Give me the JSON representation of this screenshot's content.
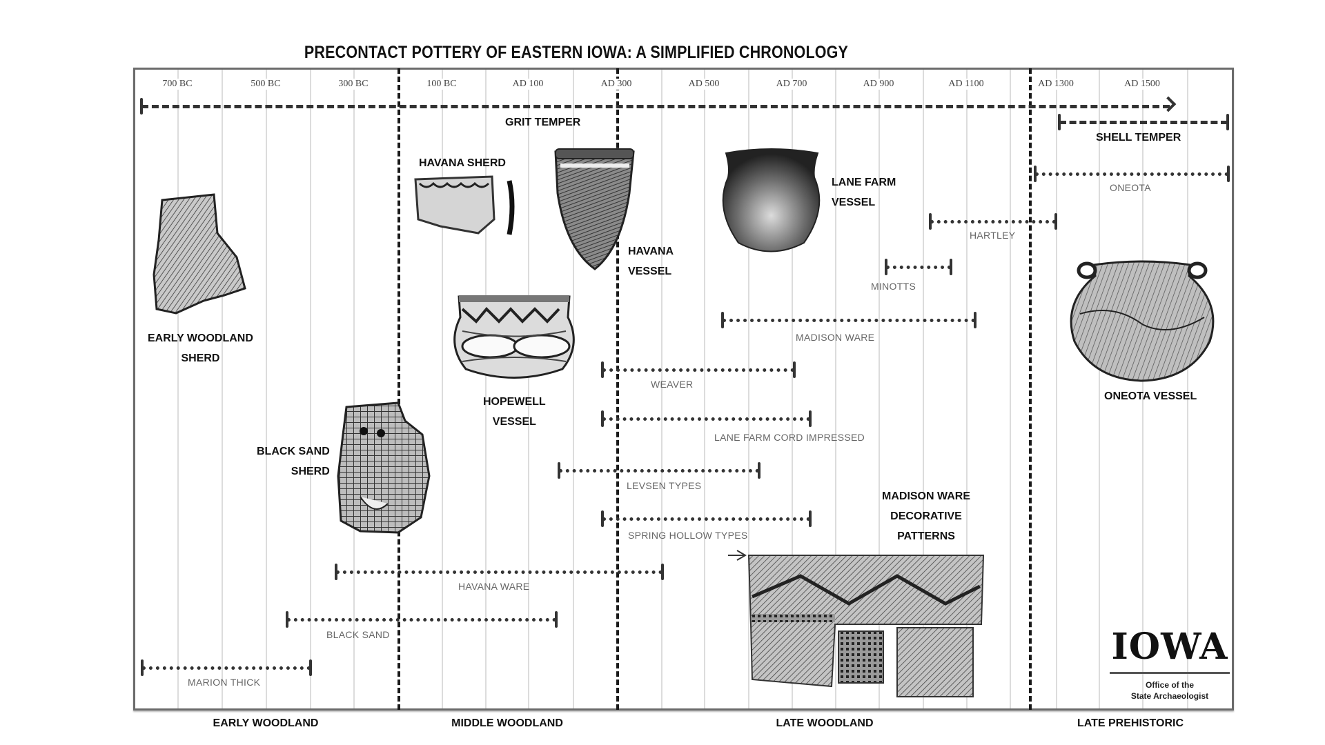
{
  "title": "PRECONTACT POTTERY OF EASTERN IOWA: A SIMPLIFIED CHRONOLOGY",
  "axis": {
    "ticks": [
      "700 BC",
      "500 BC",
      "300 BC",
      "100 BC",
      "AD 100",
      "AD 300",
      "AD 500",
      "AD 700",
      "AD 900",
      "AD 1100",
      "AD 1300",
      "AD 1500"
    ]
  },
  "eras": [
    "EARLY WOODLAND",
    "MIDDLE WOODLAND",
    "LATE WOODLAND",
    "LATE PREHISTORIC"
  ],
  "temper": {
    "grit": "GRIT TEMPER",
    "shell": "SHELL TEMPER"
  },
  "ranges": {
    "oneota": "ONEOTA",
    "hartley": "HARTLEY",
    "minotts": "MINOTTS",
    "madison_ware": "MADISON WARE",
    "weaver": "WEAVER",
    "lane_farm_cord": "LANE FARM CORD IMPRESSED",
    "levsen": "LEVSEN TYPES",
    "spring_hollow": "SPRING HOLLOW TYPES",
    "havana_ware": "HAVANA WARE",
    "black_sand": "BLACK SAND",
    "marion_thick": "MARION THICK"
  },
  "artifacts": {
    "early_woodland_sherd": [
      "EARLY WOODLAND",
      "SHERD"
    ],
    "black_sand_sherd": [
      "BLACK SAND",
      "SHERD"
    ],
    "havana_sherd": "HAVANA SHERD",
    "havana_vessel": [
      "HAVANA",
      "VESSEL"
    ],
    "hopewell_vessel": [
      "HOPEWELL",
      "VESSEL"
    ],
    "lane_farm_vessel": [
      "LANE FARM",
      "VESSEL"
    ],
    "oneota_vessel": "ONEOTA VESSEL",
    "madison_patterns": [
      "MADISON WARE",
      "DECORATIVE",
      "PATTERNS"
    ]
  },
  "logo": {
    "wordmark": "IOWA",
    "line1": "Office of the",
    "line2": "State Archaeologist"
  },
  "chart_data": {
    "type": "timeline",
    "title": "PRECONTACT POTTERY OF EASTERN IOWA: A SIMPLIFIED CHRONOLOGY",
    "x_ticks": [
      "700 BC",
      "500 BC",
      "300 BC",
      "100 BC",
      "AD 100",
      "AD 300",
      "AD 500",
      "AD 700",
      "AD 900",
      "AD 1100",
      "AD 1300",
      "AD 1500"
    ],
    "periods": [
      {
        "name": "EARLY WOODLAND",
        "start": -800,
        "end": -200
      },
      {
        "name": "MIDDLE WOODLAND",
        "start": -200,
        "end": 300
      },
      {
        "name": "LATE WOODLAND",
        "start": 300,
        "end": 1250
      },
      {
        "name": "LATE PREHISTORIC",
        "start": 1250,
        "end": 1700
      }
    ],
    "ranges": [
      {
        "name": "GRIT TEMPER",
        "start": -800,
        "end": 1580,
        "style": "dashed",
        "open_end": true
      },
      {
        "name": "SHELL TEMPER",
        "start": 1300,
        "end": 1700,
        "style": "dashed"
      },
      {
        "name": "ONEOTA",
        "start": 1250,
        "end": 1700,
        "style": "dotted"
      },
      {
        "name": "HARTLEY",
        "start": 1050,
        "end": 1300,
        "style": "dotted"
      },
      {
        "name": "MINOTTS",
        "start": 950,
        "end": 1100,
        "style": "dotted"
      },
      {
        "name": "MADISON WARE",
        "start": 600,
        "end": 1150,
        "style": "dotted"
      },
      {
        "name": "WEAVER",
        "start": 270,
        "end": 700,
        "style": "dotted"
      },
      {
        "name": "LANE FARM CORD IMPRESSED",
        "start": 270,
        "end": 750,
        "style": "dotted"
      },
      {
        "name": "LEVSEN TYPES",
        "start": 170,
        "end": 630,
        "style": "dotted"
      },
      {
        "name": "SPRING HOLLOW TYPES",
        "start": 270,
        "end": 750,
        "style": "dotted"
      },
      {
        "name": "HAVANA WARE",
        "start": -350,
        "end": 400,
        "style": "dotted"
      },
      {
        "name": "BLACK SAND",
        "start": -470,
        "end": 150,
        "style": "dotted"
      },
      {
        "name": "MARION THICK",
        "start": -800,
        "end": -400,
        "style": "dotted"
      }
    ]
  }
}
